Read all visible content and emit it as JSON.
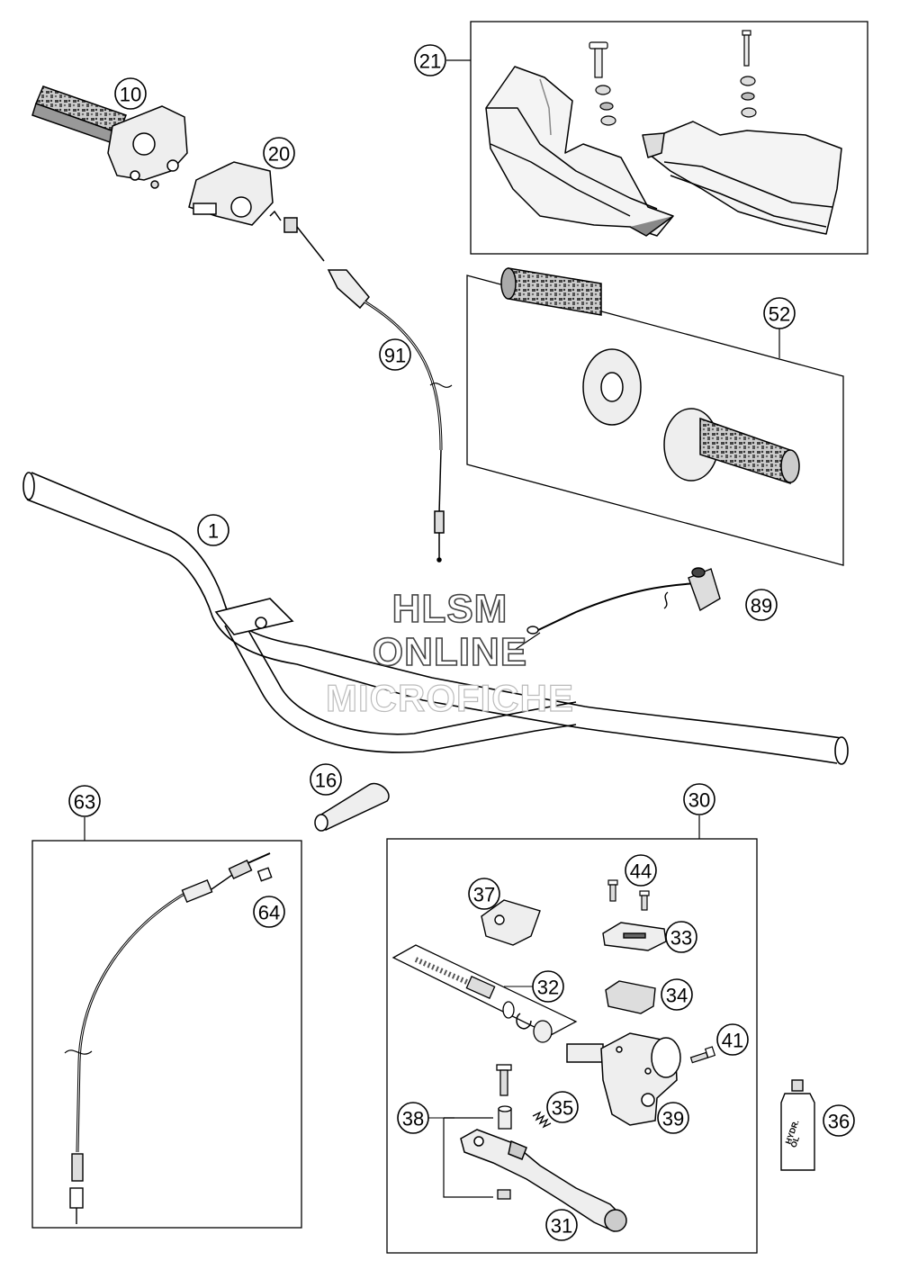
{
  "watermark": {
    "line1": "HLSM",
    "line2": "ONLINE",
    "line3": "MICROFICHE"
  },
  "bottle_label": {
    "line1": "HYDR.",
    "line2": "ÖL"
  },
  "callouts": {
    "c1": "1",
    "c10": "10",
    "c16": "16",
    "c20": "20",
    "c21": "21",
    "c30": "30",
    "c31": "31",
    "c32": "32",
    "c33": "33",
    "c34": "34",
    "c35": "35",
    "c36": "36",
    "c37": "37",
    "c38": "38",
    "c39": "39",
    "c41": "41",
    "c44": "44",
    "c52": "52",
    "c63": "63",
    "c64": "64",
    "c89": "89",
    "c91": "91"
  }
}
